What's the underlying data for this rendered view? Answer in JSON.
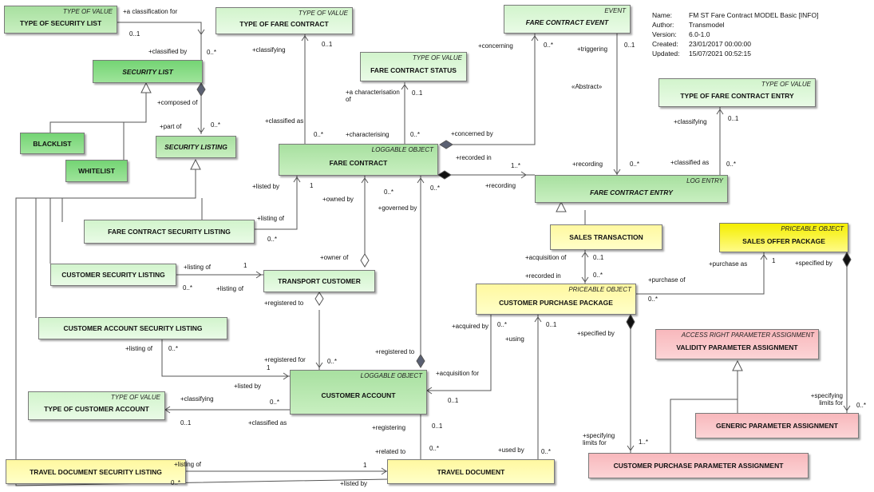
{
  "info": [
    {
      "key": "Name:",
      "value": "FM ST Fare Contract MODEL Basic [INFO]"
    },
    {
      "key": "Author:",
      "value": "Transmodel"
    },
    {
      "key": "Version:",
      "value": "6.0-1.0"
    },
    {
      "key": "Created:",
      "value": "23/01/2017 00:00:00"
    },
    {
      "key": "Updated:",
      "value": "15/07/2021 00:52:15"
    }
  ],
  "boxes": [
    {
      "id": "type-of-security-list",
      "name": "TYPE OF SECURITY LIST",
      "stereotype": "TYPE OF VALUE"
    },
    {
      "id": "type-of-fare-contract",
      "name": "TYPE OF FARE CONTRACT",
      "stereotype": "TYPE OF VALUE"
    },
    {
      "id": "fare-contract-status",
      "name": "FARE CONTRACT STATUS",
      "stereotype": "TYPE OF VALUE"
    },
    {
      "id": "fare-contract-event",
      "name": "FARE CONTRACT EVENT",
      "stereotype": "EVENT"
    },
    {
      "id": "type-of-fare-contract-entry",
      "name": "TYPE OF FARE CONTRACT ENTRY",
      "stereotype": "TYPE OF VALUE"
    },
    {
      "id": "security-list",
      "name": "SECURITY LIST",
      "stereotype": ""
    },
    {
      "id": "blacklist",
      "name": "BLACKLIST",
      "stereotype": ""
    },
    {
      "id": "whitelist",
      "name": "WHITELIST",
      "stereotype": ""
    },
    {
      "id": "security-listing",
      "name": "SECURITY LISTING",
      "stereotype": ""
    },
    {
      "id": "fare-contract",
      "name": "FARE CONTRACT",
      "stereotype": "LOGGABLE OBJECT"
    },
    {
      "id": "fare-contract-entry",
      "name": "FARE CONTRACT ENTRY",
      "stereotype": "LOG ENTRY"
    },
    {
      "id": "fare-contract-security-listing",
      "name": "FARE CONTRACT SECURITY LISTING",
      "stereotype": ""
    },
    {
      "id": "sales-transaction",
      "name": "SALES TRANSACTION",
      "stereotype": ""
    },
    {
      "id": "sales-offer-package",
      "name": "SALES OFFER PACKAGE",
      "stereotype": "PRICEABLE OBJECT"
    },
    {
      "id": "customer-security-listing",
      "name": "CUSTOMER SECURITY LISTING",
      "stereotype": ""
    },
    {
      "id": "transport-customer",
      "name": "TRANSPORT CUSTOMER",
      "stereotype": ""
    },
    {
      "id": "customer-purchase-package",
      "name": "CUSTOMER PURCHASE PACKAGE",
      "stereotype": "PRICEABLE OBJECT"
    },
    {
      "id": "customer-account-security-listing",
      "name": "CUSTOMER ACCOUNT SECURITY LISTING",
      "stereotype": ""
    },
    {
      "id": "validity-parameter-assignment",
      "name": "VALIDITY PARAMETER ASSIGNMENT",
      "stereotype": "ACCESS RIGHT PARAMETER ASSIGNMENT"
    },
    {
      "id": "customer-account",
      "name": "CUSTOMER ACCOUNT",
      "stereotype": "LOGGABLE OBJECT"
    },
    {
      "id": "type-of-customer-account",
      "name": "TYPE OF CUSTOMER ACCOUNT",
      "stereotype": "TYPE OF VALUE"
    },
    {
      "id": "generic-parameter-assignment",
      "name": "GENERIC PARAMETER ASSIGNMENT",
      "stereotype": ""
    },
    {
      "id": "travel-document-security-listing",
      "name": "TRAVEL DOCUMENT SECURITY LISTING",
      "stereotype": ""
    },
    {
      "id": "travel-document",
      "name": "TRAVEL DOCUMENT",
      "stereotype": ""
    },
    {
      "id": "customer-purchase-parameter-assignment",
      "name": "CUSTOMER PURCHASE PARAMETER ASSIGNMENT",
      "stereotype": ""
    }
  ],
  "labels": [
    "+a classification for",
    "0..1",
    "+classified by",
    "0..*",
    "+classifying",
    "0..1",
    "+composed of",
    "0..*",
    "+part of",
    "+a characterisation of",
    "0..1",
    "+concerning",
    "0..*",
    "+triggering",
    "0..1",
    "«Abstract»",
    "+classifying",
    "0..1",
    "+classified as",
    "0..*",
    "+characterising",
    "0..*",
    "+concerned by",
    "+recorded in",
    "1..*",
    "+recording",
    "0..*",
    "+classified as",
    "0..*",
    "+listed by",
    "1",
    "+owned by",
    "0..*",
    "0..*",
    "+recording",
    "+governed by",
    "+listing of",
    "0..*",
    "+owner of",
    "+listing of",
    "1",
    "+listing of",
    "0..*",
    "+acquisition of",
    "0..1",
    "+recorded in",
    "0..*",
    "+purchase as",
    "1",
    "+specified by",
    "+purchase of",
    "0..*",
    "+registered to",
    "+acquired by",
    "0..*",
    "0..1",
    "+specified by",
    "+using",
    "+listing of",
    "0..*",
    "+registered for",
    "1",
    "0..*",
    "+registered to",
    "+listed by",
    "+acquisition for",
    "+classifying",
    "0..*",
    "0..1",
    "+classified as",
    "0..1",
    "+specifying limits for",
    "0..*",
    "+registering",
    "0..1",
    "+related to",
    "0..*",
    "+used by",
    "0..*",
    "+specifying limits for",
    "1..*",
    "+listing of",
    "1",
    "0..*",
    "+listed by"
  ]
}
